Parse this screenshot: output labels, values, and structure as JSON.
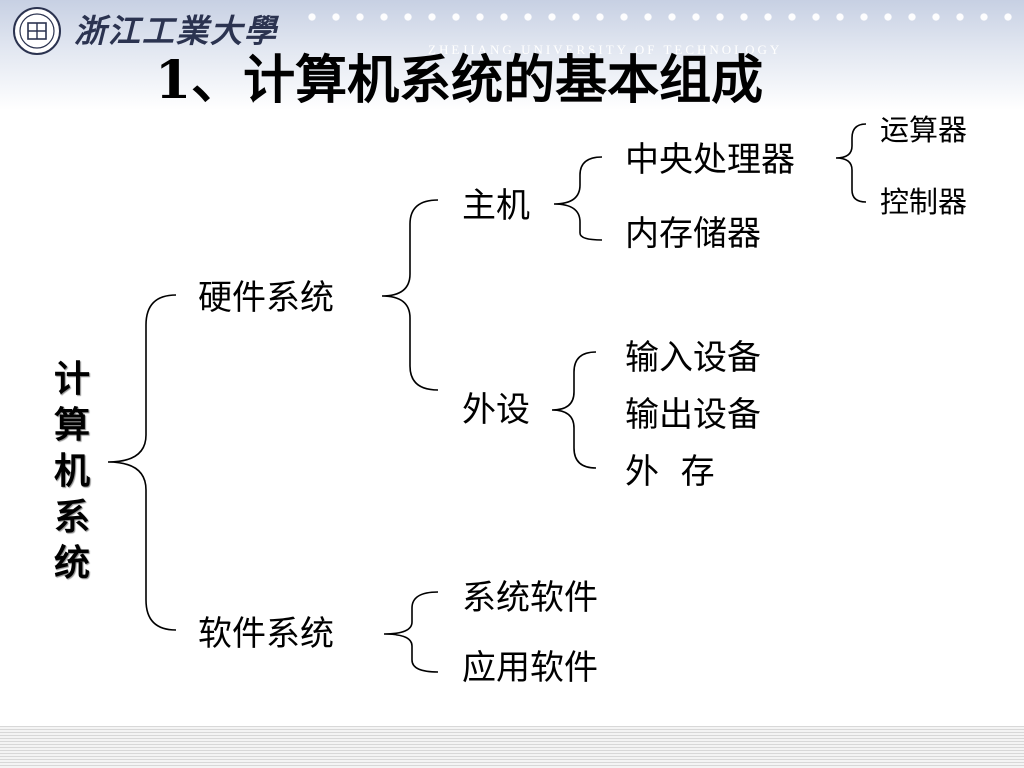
{
  "header": {
    "university_name": "浙江工業大學",
    "university_english": "ZHEJIANG UNIVERSITY OF TECHNOLOGY",
    "logo_icon": "university-seal-icon",
    "accent_color": "#c7d0e3"
  },
  "slide": {
    "title": "1、计算机系统的基本组成"
  },
  "tree": {
    "root": [
      "计",
      "算",
      "机",
      "系",
      "统"
    ],
    "hardware": "硬件系统",
    "software": "软件系统",
    "host": "主机",
    "peripheral": "外设",
    "cpu": "中央处理器",
    "memory": "内存储器",
    "alu": "运算器",
    "controller": "控制器",
    "input": "输入设备",
    "output": "输出设备",
    "storage": "外  存",
    "system_software": "系统软件",
    "application_software": "应用软件"
  }
}
